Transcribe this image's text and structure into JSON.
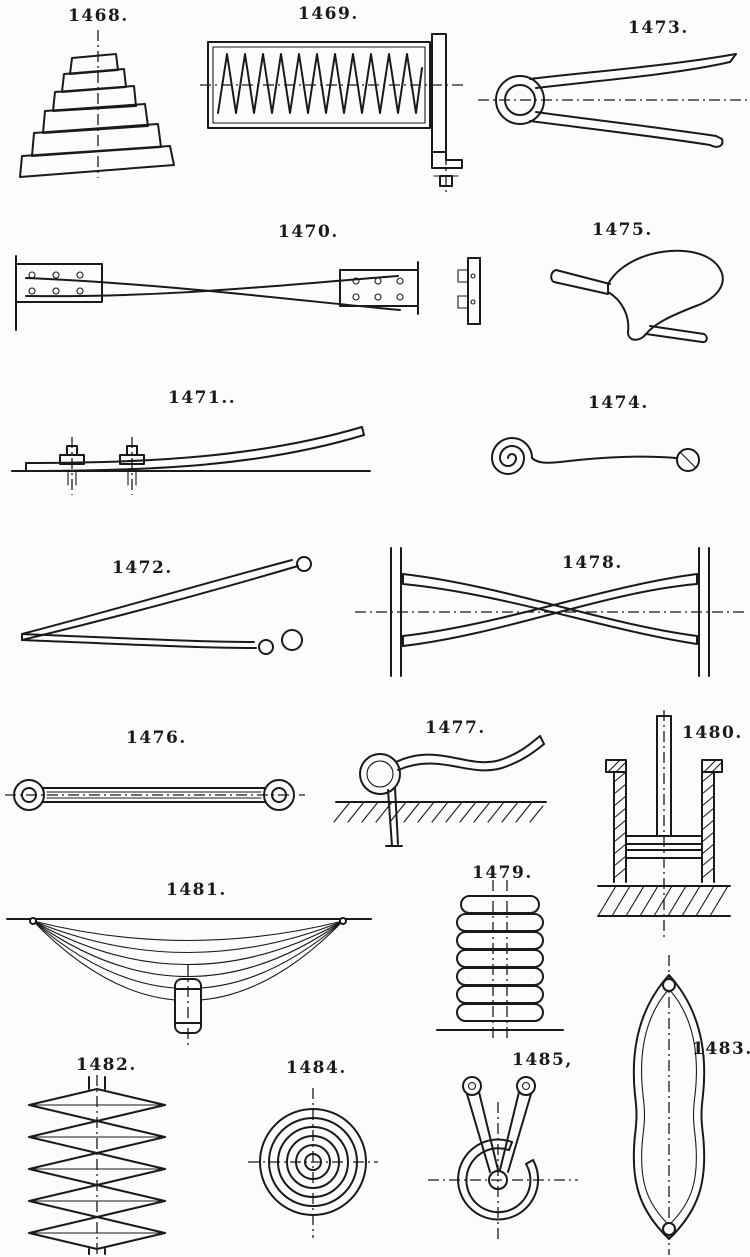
{
  "page": {
    "background": "#fcfcfa",
    "ink": "#1a1a1a"
  },
  "figures": {
    "f1468": {
      "label": "1468."
    },
    "f1469": {
      "label": "1469."
    },
    "f1470": {
      "label": "1470."
    },
    "f1471": {
      "label": "1471.."
    },
    "f1472": {
      "label": "1472."
    },
    "f1473": {
      "label": "1473."
    },
    "f1474": {
      "label": "1474."
    },
    "f1475": {
      "label": "1475."
    },
    "f1476": {
      "label": "1476."
    },
    "f1477": {
      "label": "1477."
    },
    "f1478": {
      "label": "1478."
    },
    "f1479": {
      "label": "1479."
    },
    "f1480": {
      "label": "1480."
    },
    "f1481": {
      "label": "1481."
    },
    "f1482": {
      "label": "1482."
    },
    "f1483": {
      "label": "1483."
    },
    "f1484": {
      "label": "1484."
    },
    "f1485": {
      "label": "1485,"
    }
  }
}
